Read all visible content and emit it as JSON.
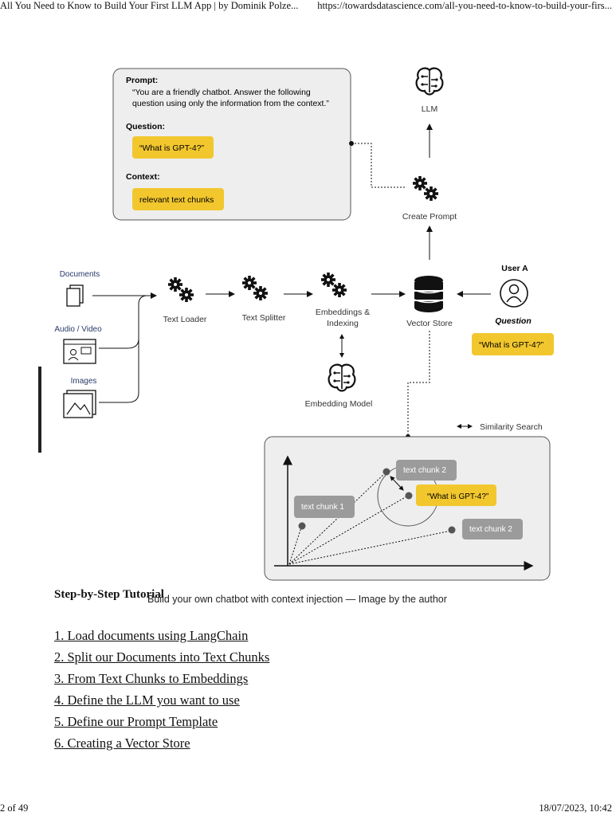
{
  "header": {
    "title": "All You Need to Know to Build Your First LLM App | by Dominik Polze...",
    "url": "https://towardsdatascience.com/all-you-need-to-know-to-build-your-firs..."
  },
  "diagram": {
    "prompt_box": {
      "prompt_label": "Prompt:",
      "prompt_text_line1": "“You are a friendly chatbot. Answer the following",
      "prompt_text_line2": "question using only the information from the context.”",
      "question_label": "Question:",
      "question_value": "“What is GPT-4?”",
      "context_label": "Context:",
      "context_value": "relevant text chunks"
    },
    "llm_label": "LLM",
    "create_prompt_label": "Create Prompt",
    "sources": {
      "documents": "Documents",
      "audio_video": "Audio / Video",
      "images": "Images"
    },
    "text_loader_label": "Text Loader",
    "text_splitter_label": "Text Splitter",
    "embeddings_label_line1": "Embeddings &",
    "embeddings_label_line2": "Indexing",
    "vector_store_label": "Vector Store",
    "embedding_model_label": "Embedding Model",
    "user_label": "User A",
    "question_label": "Question",
    "user_question": "“What is GPT-4?”",
    "legend_similarity": "Similarity Search",
    "plot": {
      "chunk_a": "text chunk 1",
      "chunk_b": "text chunk 2",
      "chunk_c": "text chunk 2",
      "query": "“What is GPT-4?”"
    }
  },
  "caption": "Build your own chatbot with context injection — Image by the author",
  "section_heading": "Step-by-Step Tutorial",
  "toc": [
    "1. Load documents using LangChain",
    "2. Split our Documents into Text Chunks",
    "3. From Text Chunks to Embeddings",
    "4. Define the LLM you want to use",
    "5. Define our Prompt Template",
    "6. Creating a Vector Store"
  ],
  "footer": {
    "page": "2 of 49",
    "date": "18/07/2023, 10:42"
  },
  "colors": {
    "yellow": "#f2c72e",
    "grey_box": "#eeeeee",
    "chunk_grey": "#9b9b9b",
    "stroke": "#111111"
  }
}
